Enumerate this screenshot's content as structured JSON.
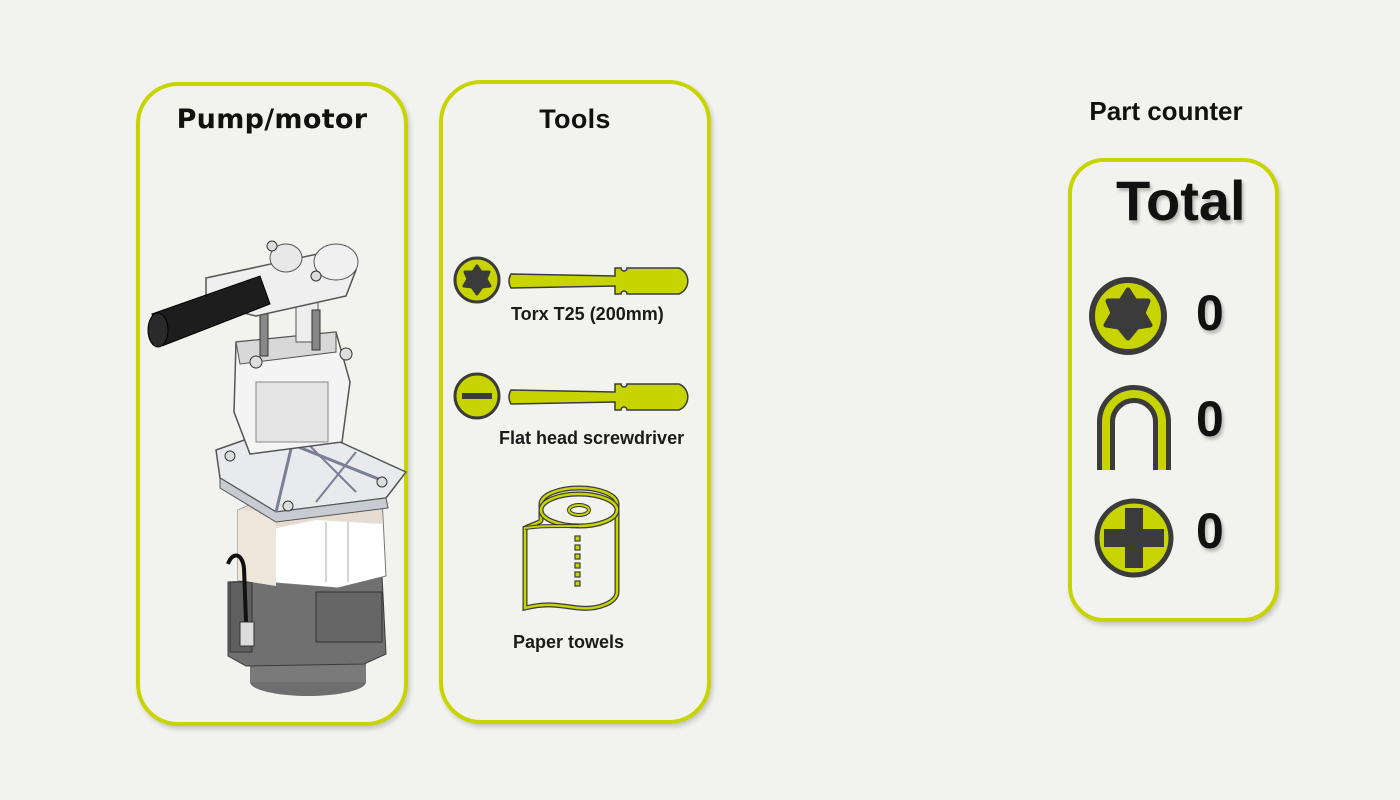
{
  "panels": {
    "pump": {
      "title": "Pump/motor",
      "image": "pump-motor-assembly-illustration"
    },
    "tools": {
      "title": "Tools",
      "items": [
        {
          "label": "Torx T25 (200mm)",
          "icon": "torx-screwdriver-icon"
        },
        {
          "label": "Flat head screwdriver",
          "icon": "flathead-screwdriver-icon"
        },
        {
          "label": "Paper towels",
          "icon": "paper-towel-roll-icon"
        }
      ]
    }
  },
  "part_counter": {
    "heading": "Part counter",
    "total_label": "Total",
    "items": [
      {
        "icon": "torx-screw-icon",
        "count": "0"
      },
      {
        "icon": "u-clip-icon",
        "count": "0"
      },
      {
        "icon": "phillips-screw-icon",
        "count": "0"
      }
    ]
  },
  "colors": {
    "accent": "#c8d400",
    "icon_dark": "#3b3b3b",
    "background": "#f2f3ef"
  }
}
